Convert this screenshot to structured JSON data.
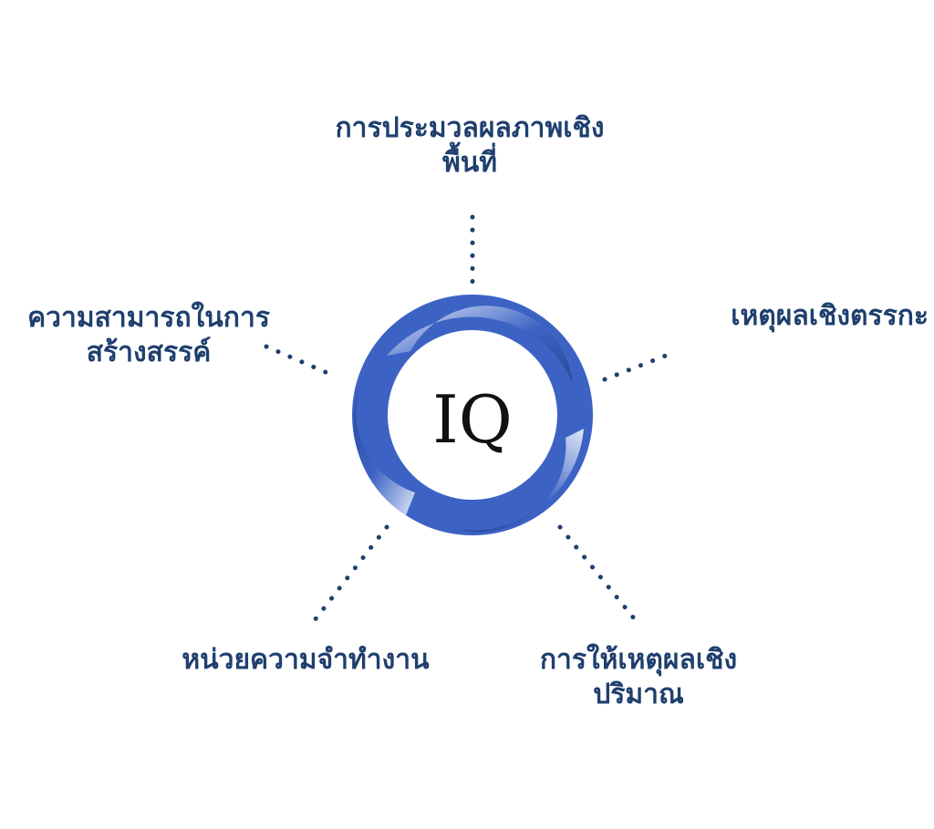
{
  "colors": {
    "label": "#1f3f6e",
    "connector": "#1f3f6e",
    "ring_dark": "#2a4a9a",
    "ring_mid": "#3c62c4",
    "ring_light": "#dfe7f7",
    "center_text": "#111111"
  },
  "center": {
    "text": "IQ"
  },
  "nodes": {
    "top": {
      "lines": [
        "การประมวลผลภาพเชิง",
        "พื้นที่"
      ]
    },
    "right": {
      "lines": [
        "เหตุผลเชิงตรรกะ"
      ]
    },
    "left": {
      "lines": [
        "ความสามารถในการ",
        "สร้างสรรค์"
      ]
    },
    "bottom_left": {
      "lines": [
        "หน่วยความจำทำงาน"
      ]
    },
    "bottom_right": {
      "lines": [
        "การให้เหตุผลเชิง",
        "ปริมาณ"
      ]
    }
  }
}
